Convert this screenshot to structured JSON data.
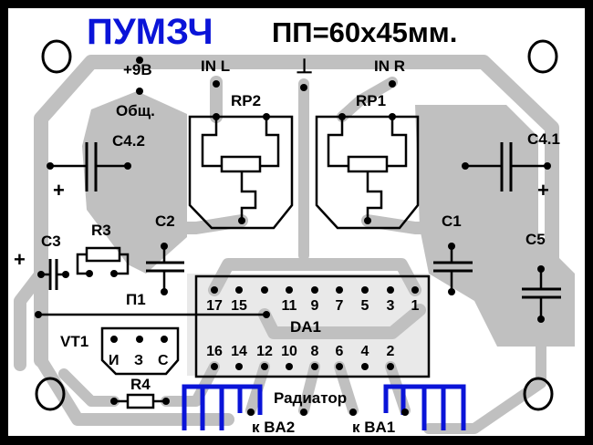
{
  "title": "ПУМЗЧ",
  "board_size": "ПП=60x45мм.",
  "colors": {
    "title": "#0a14d8",
    "heatsink": "#0a14d8",
    "trace": "#c0c0c0",
    "border": "#000000"
  },
  "labels": {
    "plus9v": "+9В",
    "common": "Общ.",
    "in_l": "IN L",
    "ground": "⊥",
    "in_r": "IN R",
    "rp2": "RP2",
    "rp1": "RP1",
    "c42": "C4.2",
    "c41": "C4.1",
    "c42_plus": "+",
    "c41_plus": "+",
    "c3": "C3",
    "c3_plus": "+",
    "r3": "R3",
    "c2": "C2",
    "c1": "C1",
    "c5": "C5",
    "p1": "П1",
    "da1": "DA1",
    "vt1": "VT1",
    "r4": "R4",
    "radiator": "Радиатор",
    "to_ba2": "к BA2",
    "to_ba1": "к BA1"
  },
  "vt1_pins": [
    "И",
    "З",
    "С"
  ],
  "da1_top_pins": [
    "17",
    "15",
    "",
    "11",
    "9",
    "7",
    "5",
    "3",
    "1"
  ],
  "da1_bottom_pins": [
    "16",
    "14",
    "12",
    "10",
    "8",
    "6",
    "4",
    "2",
    ""
  ]
}
